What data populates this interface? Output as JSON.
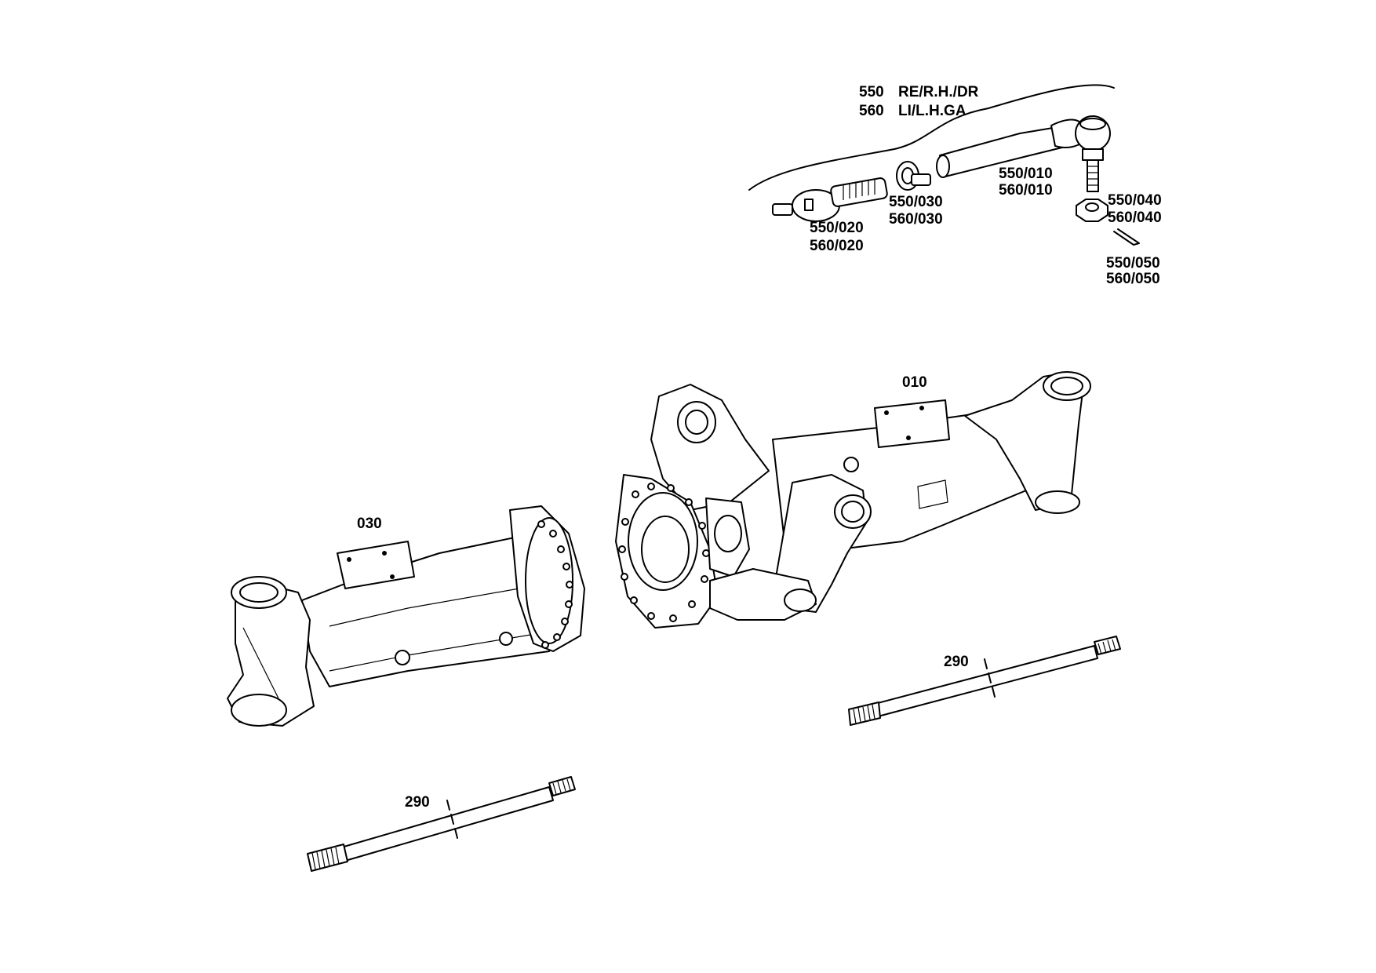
{
  "header": {
    "row1_num": "550",
    "row1_text": "RE/R.H./DR",
    "row2_num": "560",
    "row2_text": "LI/L.H.GA"
  },
  "callouts": {
    "p550_010": "550/010",
    "p560_010": "560/010",
    "p550_020": "550/020",
    "p560_020": "560/020",
    "p550_030": "550/030",
    "p560_030": "560/030",
    "p550_040": "550/040",
    "p560_040": "560/040",
    "p550_050": "550/050",
    "p560_050": "560/050",
    "p010": "010",
    "p030": "030",
    "p290_right": "290",
    "p290_left": "290"
  },
  "colors": {
    "line": "#000000",
    "background": "#ffffff"
  }
}
